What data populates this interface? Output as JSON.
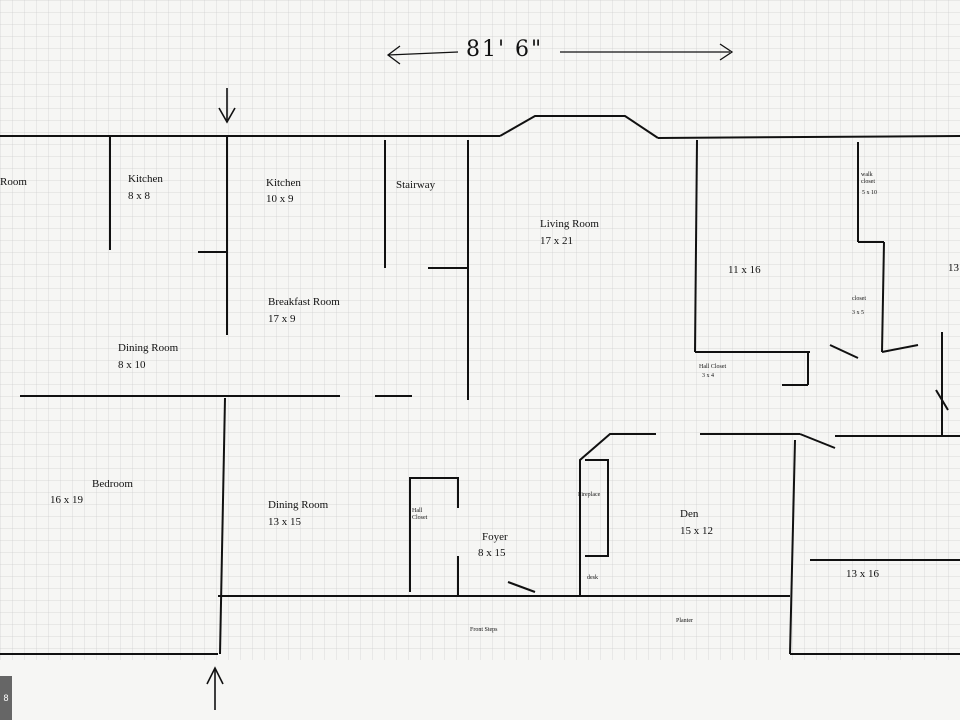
{
  "overall_dimension": "81' 6\"",
  "rooms": {
    "left_room": {
      "name": "Room"
    },
    "kitchen_small": {
      "name": "Kitchen",
      "size": "8 x 8"
    },
    "kitchen_large": {
      "name": "Kitchen",
      "size": "10 x 9"
    },
    "stairway": {
      "name": "Stairway"
    },
    "living_room": {
      "name": "Living Room",
      "size": "17 x 21"
    },
    "room_11x16": {
      "size": "11 x 16"
    },
    "breakfast_room": {
      "name": "Breakfast Room",
      "size": "17 x 9"
    },
    "dining_room_small": {
      "name": "Dining Room",
      "size": "8 x 10"
    },
    "bedroom": {
      "name": "Bedroom",
      "size": "16 x 19"
    },
    "dining_room_large": {
      "name": "Dining Room",
      "size": "13 x 15"
    },
    "foyer": {
      "name": "Foyer",
      "size": "8 x 15"
    },
    "den": {
      "name": "Den",
      "size": "15 x 12"
    },
    "room_13x16": {
      "size": "13 x 16"
    },
    "hall_closet_left": {
      "name": "Hall Closet"
    },
    "hall_closet_right": {
      "name": "Hall Closet",
      "size": "3 x 4"
    },
    "fireplace": {
      "name": "Fireplace"
    },
    "walk_closet": {
      "name": "walk closet",
      "size": "5 x 10"
    },
    "closet_small": {
      "name": "closet",
      "size": "3 x 5"
    }
  },
  "minor_labels": {
    "front_steps": "Front Steps",
    "planter": "Planter",
    "desk": "desk"
  },
  "cropped_room_right": "13",
  "corner_badge": "8",
  "colors": {
    "paper": "#f6f6f4",
    "ink": "#111111",
    "grid": "#c9c9c9"
  }
}
